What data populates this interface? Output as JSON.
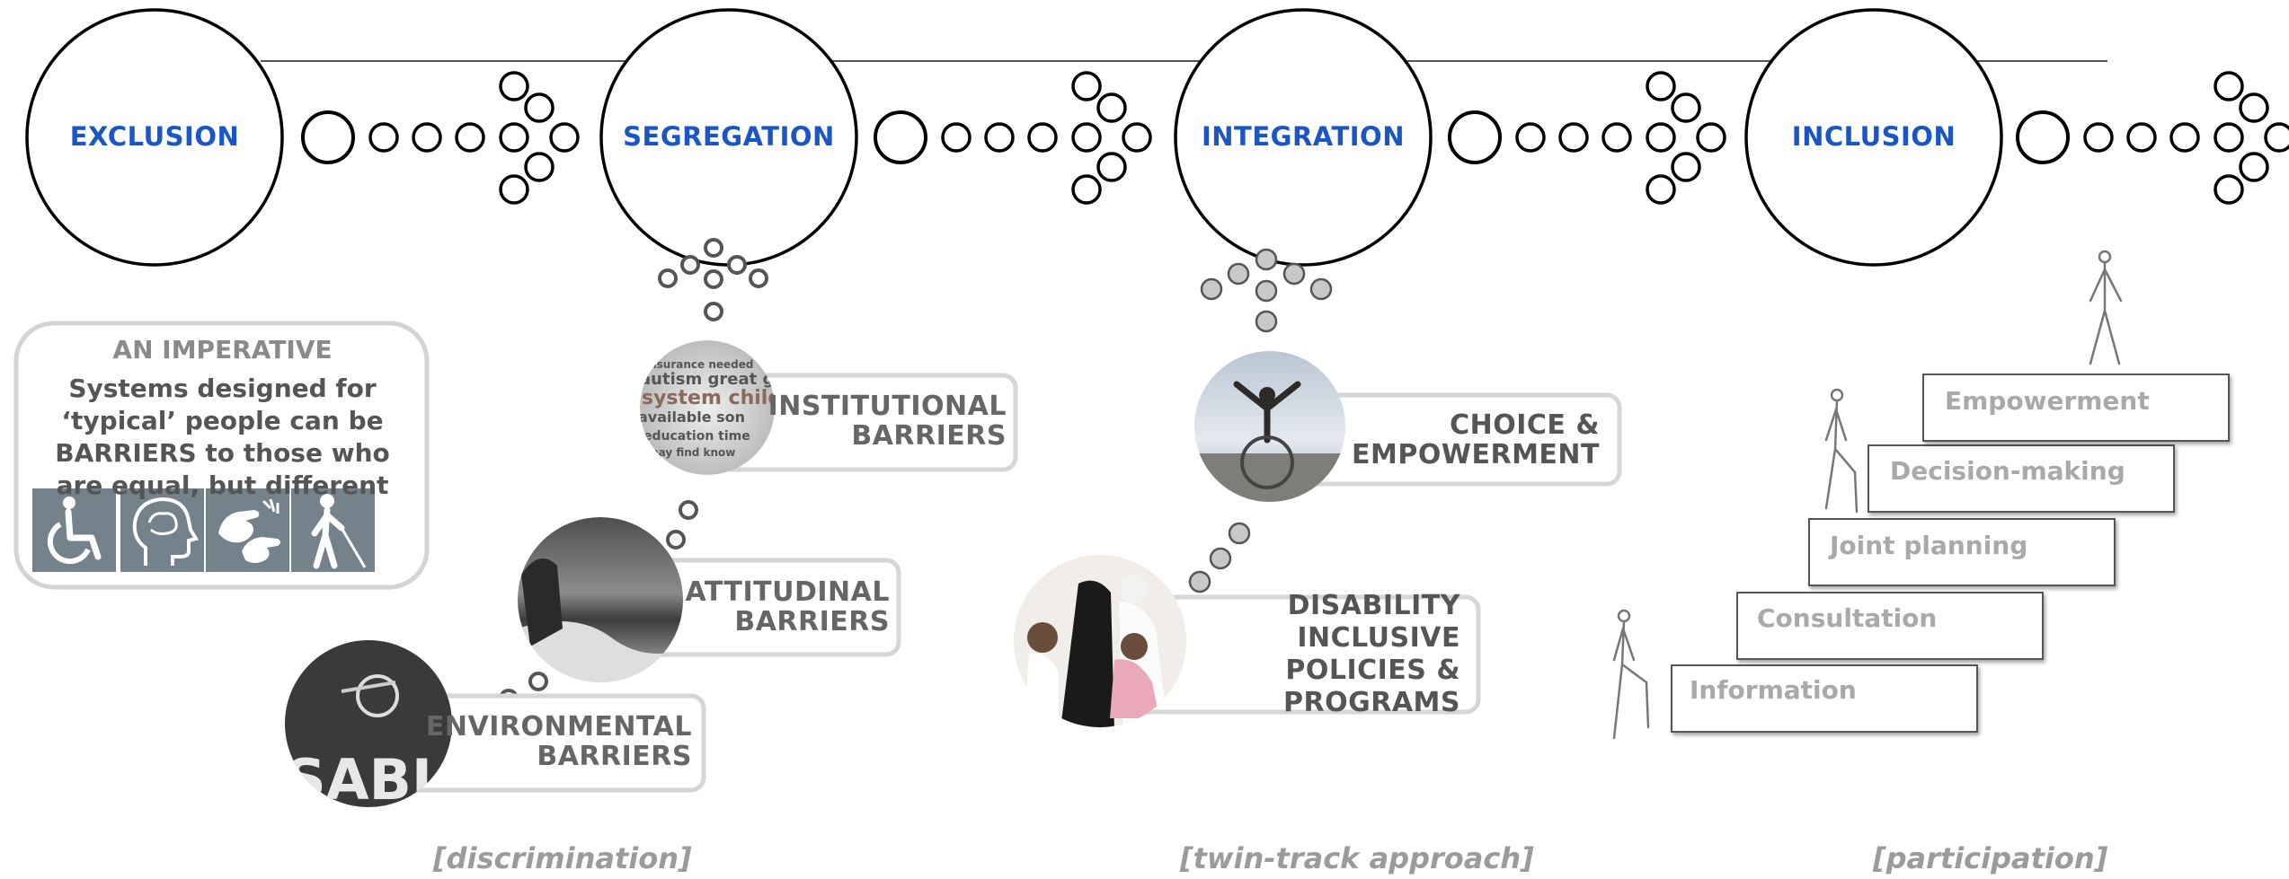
{
  "palette": {
    "accent": "#1a56c4",
    "text": "#666666",
    "muted": "#a9a9a9",
    "stroke": "#000000",
    "box": "#d6d6d6"
  },
  "stages": [
    "EXCLUSION",
    "SEGREGATION",
    "INTEGRATION",
    "INCLUSION"
  ],
  "imperative": {
    "title": "AN IMPERATIVE",
    "body": "Systems designed for ‘typical’ people can be BARRIERS to those who are equal, but different",
    "icons": [
      "wheelchair-icon",
      "cognitive-head-icon",
      "sign-language-icon",
      "blind-cane-icon"
    ]
  },
  "barriers": {
    "institutional": [
      "INSTITUTIONAL",
      "BARRIERS"
    ],
    "attitudinal": [
      "ATTITUDINAL",
      "BARRIERS"
    ],
    "environmental": [
      "ENVIRONMENTAL",
      "BARRIERS"
    ]
  },
  "integration_items": {
    "choice": [
      "CHOICE &",
      "EMPOWERMENT"
    ],
    "policies": [
      "DISABILITY",
      "INCLUSIVE",
      "POLICIES &",
      "PROGRAMS"
    ]
  },
  "participation_steps": [
    "Information",
    "Consultation",
    "Joint planning",
    "Decision-making",
    "Empowerment"
  ],
  "bottom_labels": [
    "[discrimination]",
    "[twin-track approach]",
    "[participation]"
  ]
}
